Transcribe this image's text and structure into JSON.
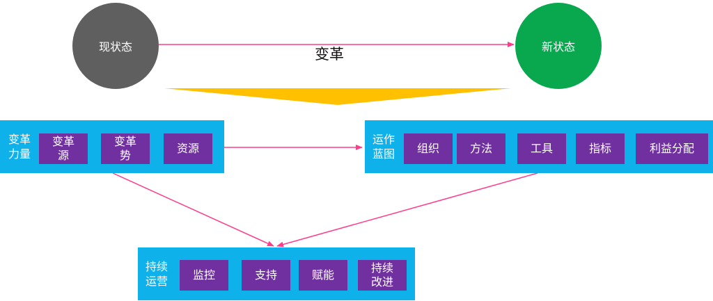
{
  "states": {
    "current": "现状态",
    "new": "新状态",
    "transition": "变革"
  },
  "change_forces": {
    "label_line1": "变革",
    "label_line2": "力量",
    "items": [
      "变革\n源",
      "变革\n势",
      "资源"
    ]
  },
  "operating_blueprint": {
    "label_line1": "运作",
    "label_line2": "蓝图",
    "items": [
      "组织",
      "方法",
      "工具",
      "指标",
      "利益分配"
    ]
  },
  "sustained_operation": {
    "label_line1": "持续",
    "label_line2": "运营",
    "items": [
      "监控",
      "支持",
      "赋能",
      "持续\n改进"
    ]
  },
  "colors": {
    "current_state": "#5f5f5f",
    "new_state": "#0aa84e",
    "panel": "#0fb1ea",
    "box": "#7030a0",
    "arrow": "#ff3d8b",
    "funnel": "#ffc000"
  }
}
